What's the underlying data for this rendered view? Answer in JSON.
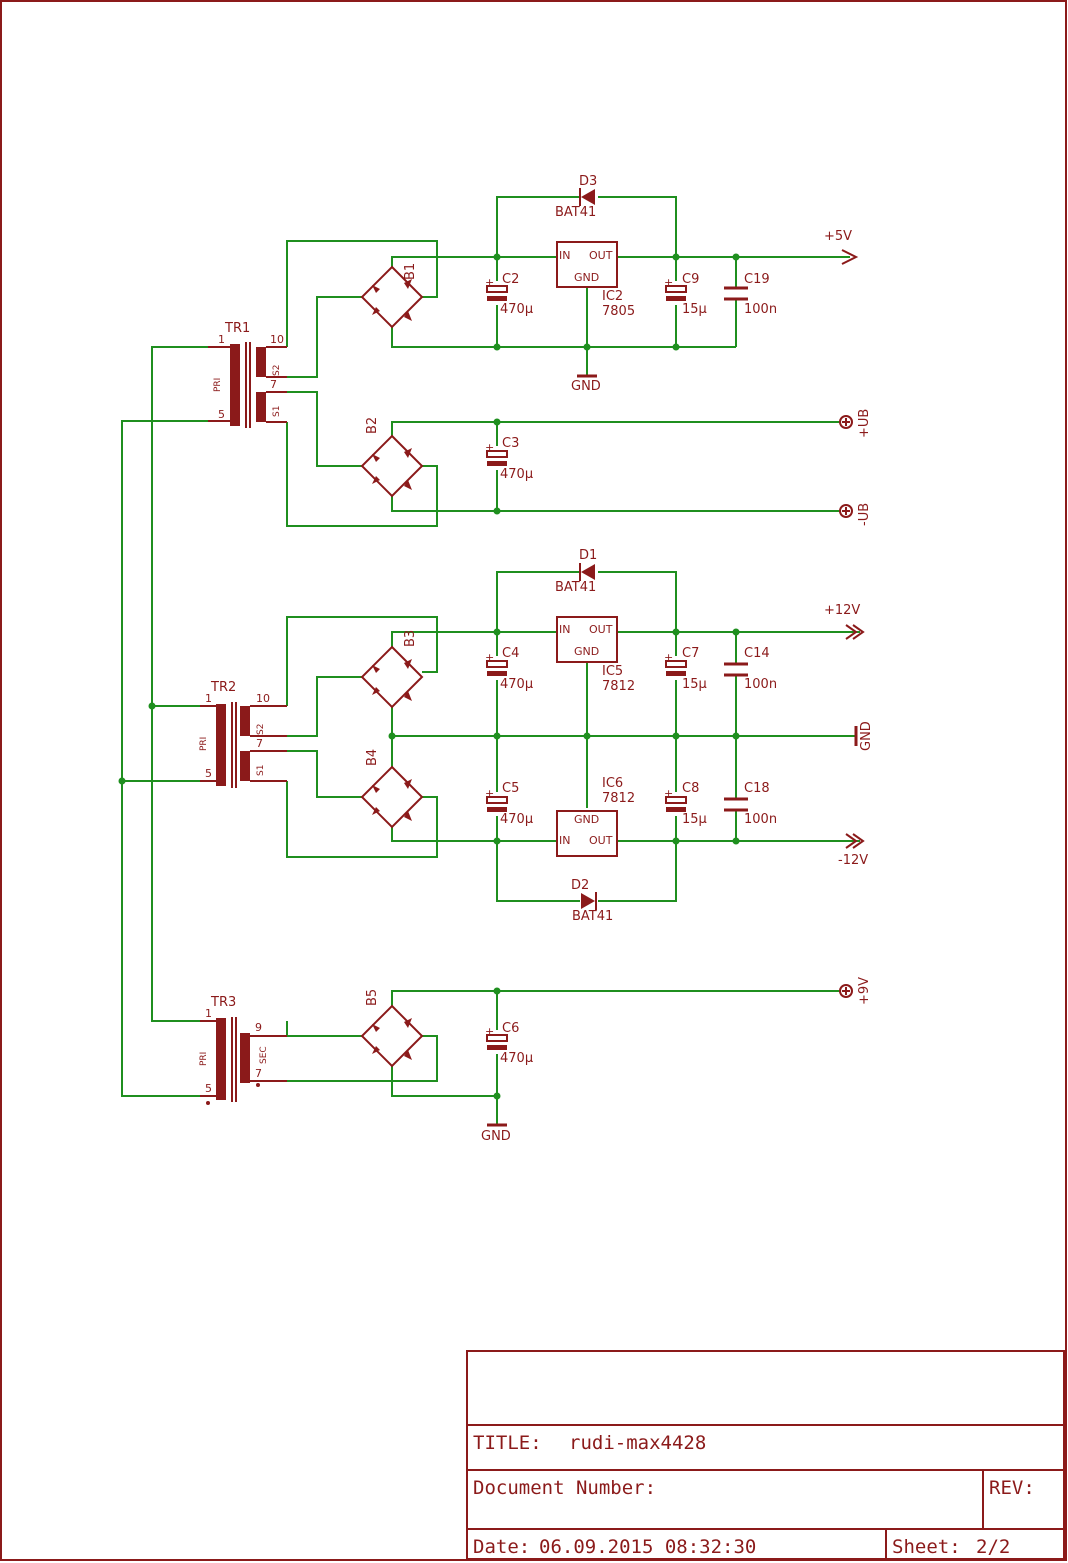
{
  "colors": {
    "wire": "#1f8f1f",
    "component": "#8b1a1a",
    "background": "#ffffff"
  },
  "title_block": {
    "title_label": "TITLE:",
    "title_value": "rudi-max4428",
    "doc_label": "Document Number:",
    "rev_label": "REV:",
    "date_label": "Date:",
    "date_value": "06.09.2015 08:32:30",
    "sheet_label": "Sheet:",
    "sheet_value": "2/2"
  },
  "transformers": [
    {
      "ref": "TR1",
      "primary": "PRI",
      "pins": [
        "1",
        "5",
        "10",
        "7"
      ],
      "secondaries": [
        "S2",
        "S1"
      ]
    },
    {
      "ref": "TR2",
      "primary": "PRI",
      "pins": [
        "1",
        "5",
        "10",
        "7"
      ],
      "secondaries": [
        "S2",
        "S1"
      ]
    },
    {
      "ref": "TR3",
      "primary": "PRI",
      "pins": [
        "1",
        "5",
        "9",
        "7"
      ],
      "secondaries": [
        "SEC"
      ]
    }
  ],
  "bridges": [
    "B1",
    "B2",
    "B3",
    "B4",
    "B5"
  ],
  "regulators": [
    {
      "ref": "IC2",
      "value": "7805",
      "in": "IN",
      "out": "OUT",
      "gnd": "GND"
    },
    {
      "ref": "IC5",
      "value": "7812",
      "in": "IN",
      "out": "OUT",
      "gnd": "GND"
    },
    {
      "ref": "IC6",
      "value": "7812",
      "in": "IN",
      "out": "OUT",
      "gnd": "GND"
    }
  ],
  "diodes": [
    {
      "ref": "D3",
      "value": "BAT41"
    },
    {
      "ref": "D1",
      "value": "BAT41"
    },
    {
      "ref": "D2",
      "value": "BAT41"
    }
  ],
  "capacitors": [
    {
      "ref": "C2",
      "value": "470µ"
    },
    {
      "ref": "C9",
      "value": "15µ"
    },
    {
      "ref": "C19",
      "value": "100n"
    },
    {
      "ref": "C3",
      "value": "470µ"
    },
    {
      "ref": "C4",
      "value": "470µ"
    },
    {
      "ref": "C7",
      "value": "15µ"
    },
    {
      "ref": "C14",
      "value": "100n"
    },
    {
      "ref": "C5",
      "value": "470µ"
    },
    {
      "ref": "C8",
      "value": "15µ"
    },
    {
      "ref": "C18",
      "value": "100n"
    },
    {
      "ref": "C6",
      "value": "470µ"
    }
  ],
  "nets": {
    "plus5": "+5V",
    "plus12": "+12V",
    "minus12": "-12V",
    "gnd": "GND",
    "plus_ub": "+UB",
    "minus_ub": "-UB",
    "plus9": "+9V"
  },
  "polarity_mark": "+"
}
